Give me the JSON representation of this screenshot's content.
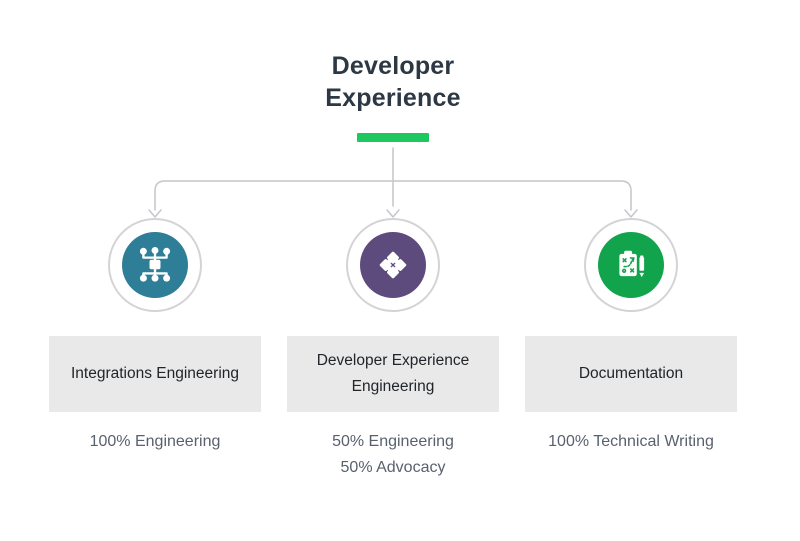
{
  "title": {
    "line1": "Developer",
    "line2": "Experience",
    "color": "#2c3843",
    "accent_color": "#1dc861"
  },
  "connector_color": "#c6c6ca",
  "card_bg": "#e9e9e9",
  "allocation_text_color": "#59616f",
  "columns": [
    {
      "name": "Integrations Engineering",
      "icon": "sitemap-icon",
      "color": "#2e7e97",
      "allocations": [
        "100% Engineering"
      ]
    },
    {
      "name": "Developer Experience Engineering",
      "icon": "puzzle-icon",
      "color": "#5e4b7d",
      "allocations": [
        "50% Engineering",
        "50% Advocacy"
      ]
    },
    {
      "name": "Documentation",
      "icon": "strategy-clipboard-icon",
      "color": "#12a44c",
      "allocations": [
        "100% Technical Writing"
      ]
    }
  ]
}
